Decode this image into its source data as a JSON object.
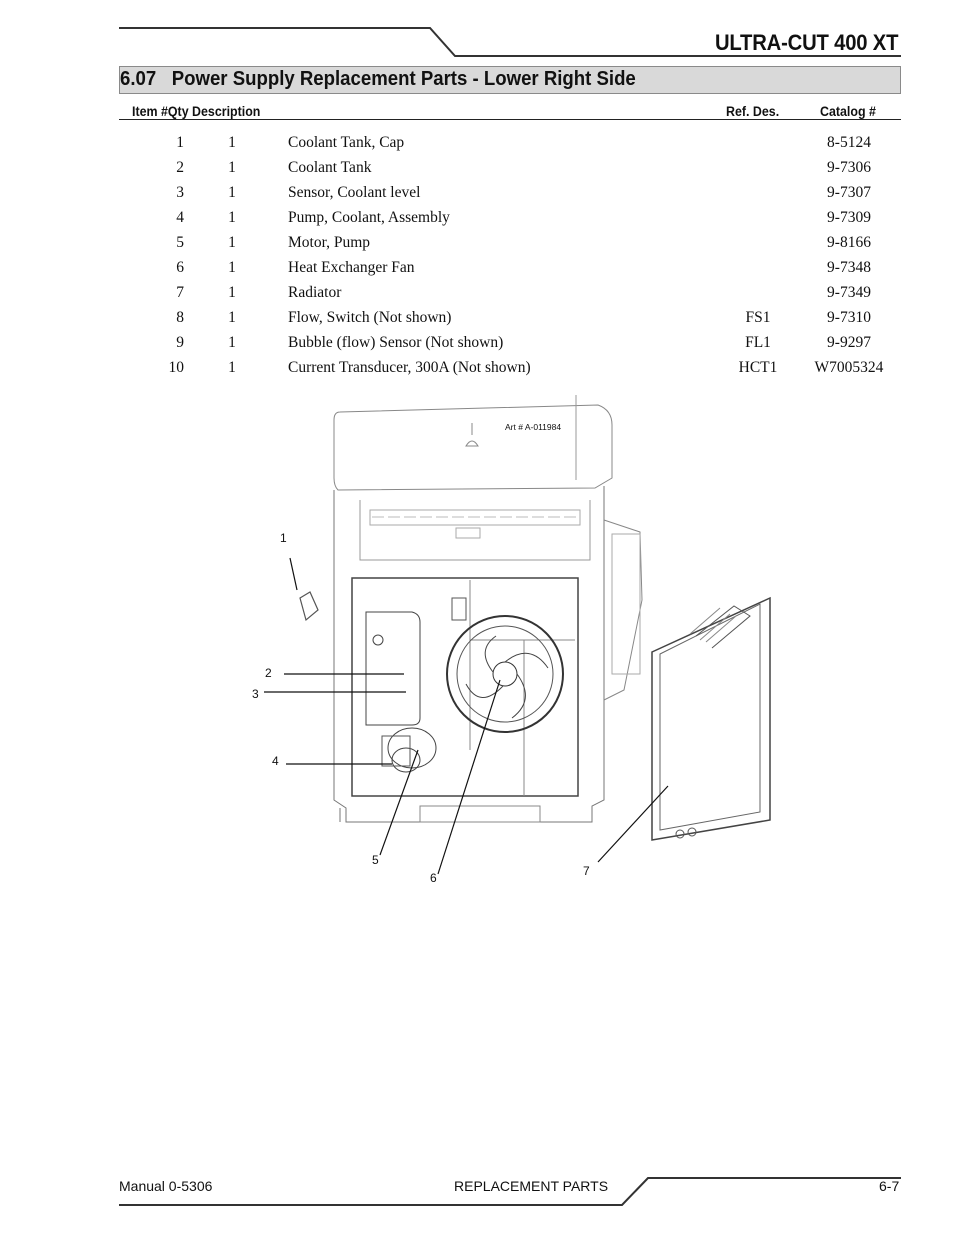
{
  "header": {
    "product": "ULTRA-CUT 400 XT"
  },
  "section": {
    "number": "6.07",
    "title": "Power Supply Replacement Parts - Lower Right Side"
  },
  "table": {
    "headers": {
      "item_qty_desc": "Item #Qty Description",
      "ref": "Ref. Des.",
      "catalog": "Catalog #"
    },
    "rows": [
      {
        "item": "1",
        "qty": "1",
        "desc": "Coolant Tank, Cap",
        "ref": "",
        "cat": "8-5124"
      },
      {
        "item": "2",
        "qty": "1",
        "desc": "Coolant Tank",
        "ref": "",
        "cat": "9-7306"
      },
      {
        "item": "3",
        "qty": "1",
        "desc": "Sensor, Coolant level",
        "ref": "",
        "cat": "9-7307"
      },
      {
        "item": "4",
        "qty": "1",
        "desc": "Pump, Coolant, Assembly",
        "ref": "",
        "cat": "9-7309"
      },
      {
        "item": "5",
        "qty": "1",
        "desc": "Motor, Pump",
        "ref": "",
        "cat": "9-8166"
      },
      {
        "item": "6",
        "qty": "1",
        "desc": "Heat Exchanger Fan",
        "ref": "",
        "cat": "9-7348"
      },
      {
        "item": "7",
        "qty": "1",
        "desc": "Radiator",
        "ref": "",
        "cat": "9-7349"
      },
      {
        "item": "8",
        "qty": "1",
        "desc": "Flow, Switch  (Not shown)",
        "ref": "FS1",
        "cat": "9-7310"
      },
      {
        "item": "9",
        "qty": "1",
        "desc": "Bubble (flow) Sensor (Not shown)",
        "ref": "FL1",
        "cat": "9-9297"
      },
      {
        "item": "10",
        "qty": "1",
        "desc": "Current Transducer, 300A (Not shown)",
        "ref": "HCT1",
        "cat": "W7005324"
      }
    ]
  },
  "figure": {
    "art_number": "Art # A-011984",
    "callouts": [
      "1",
      "2",
      "3",
      "4",
      "5",
      "6",
      "7"
    ]
  },
  "footer": {
    "manual": "Manual 0-5306",
    "section": "REPLACEMENT PARTS",
    "page": "6-7"
  }
}
